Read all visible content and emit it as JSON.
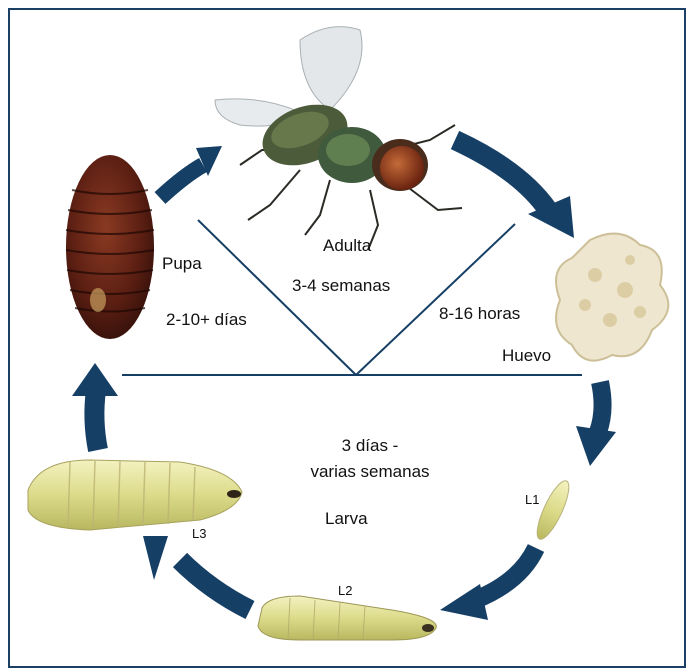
{
  "stages": {
    "adult": {
      "name": "Adulta",
      "duration": "3-4 semanas"
    },
    "pupa": {
      "name": "Pupa",
      "duration": "2-10+ días"
    },
    "egg": {
      "name": "Huevo",
      "duration": "8-16 horas"
    },
    "larva": {
      "name": "Larva",
      "duration_line1": "3 días -",
      "duration_line2": "varias semanas"
    },
    "instars": {
      "l1": "L1",
      "l2": "L2",
      "l3": "L3"
    }
  },
  "colors": {
    "arrow": "#163f66",
    "line": "#163f66",
    "frame": "#1c3f66"
  }
}
